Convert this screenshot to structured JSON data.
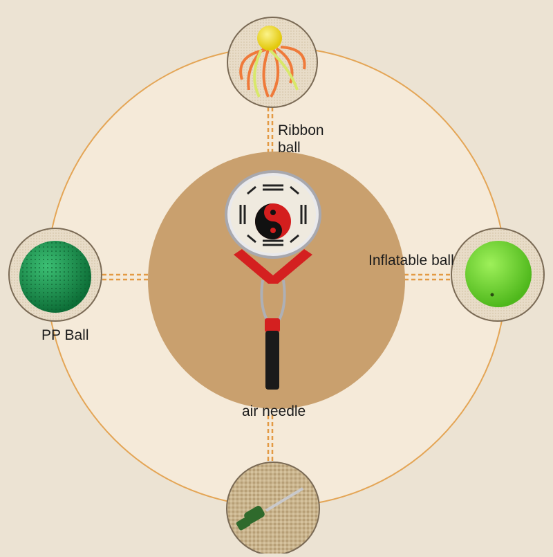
{
  "labels": {
    "ribbon_ball": "Ribbon ball",
    "inflatable_ball": "Inflatable ball",
    "pp_ball": "PP Ball",
    "air_needle": "air needle"
  },
  "colors": {
    "background": "#ece3d3",
    "outer_disc": "#f5ead9",
    "ring_stroke": "#e4a555",
    "center_disc": "#c9a06e",
    "connector": "#e39a44",
    "ribbon_ball_yellow": "#f2e21a",
    "inflatable_ball_green": "#74d830",
    "pp_ball_green": "#1f9a52",
    "racket_red": "#d42020",
    "racket_handle": "#1a1a1a",
    "air_needle_green": "#2f6a2c"
  },
  "icons": {
    "ribbon_ball": "ribbon-ball-icon",
    "inflatable_ball": "inflatable-ball-icon",
    "pp_ball": "pp-ball-icon",
    "air_needle": "air-needle-icon",
    "racket": "taichi-racket-icon"
  }
}
